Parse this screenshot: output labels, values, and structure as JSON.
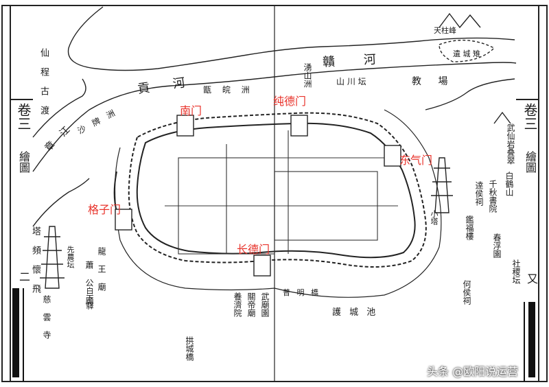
{
  "page": {
    "volume_left": "卷三",
    "volume_right": "卷三",
    "section_left": "繪圖",
    "section_right": "繪圖",
    "page_left": "二",
    "page_right": "又"
  },
  "red_labels": {
    "north_left": "南门",
    "north_center": "纯德门",
    "east": "东气门",
    "west": "格子门",
    "south": "长德门"
  },
  "rivers": {
    "gan_upper": "贛 河",
    "gan_lower": "貢 河",
    "zhangjiang": "章 江"
  },
  "black_labels": {
    "tianzhu_peak": "天柱峰",
    "yijiao_city": "遺 城 雉",
    "yongshan_zhou": "湧山洲",
    "shan_chuan_tan": "山 川 坛",
    "jiaochang": "教 場",
    "zhangui_zhou": "甑 皖 洲",
    "chupai_zhou": "沙 牌 洲",
    "xianzu_ferry": "仙 程 古 渡",
    "tower_left": "塔 頻 懷 飛",
    "xiannong_tan": "先農坛",
    "longwang_miao": "龍 王 廟",
    "xiaoyan_ju": "蕭 公 廟",
    "baixia_ci": "白下驛",
    "zhizheng_si": "慈 雲 寺",
    "wuxian_yan": "武仙岩叠翠",
    "baihe_shan": "白鶴山",
    "qianqiu_shuyuan": "千秋書院",
    "daohou_ci": "逹侯祠",
    "jianfu_lou": "鑑福樓",
    "xiaota": "小塔",
    "chunfu_yuan": "春浮園",
    "sheji_tan": "社稷坛",
    "hehou_ci": "何侯祠",
    "hucheng_chi": "護 城 池",
    "puji_qiao": "普 明 橋",
    "yangji_yuan": "養濟院",
    "guandi_miao": "關帝廟",
    "wumiao_yuan": "武廟園",
    "gongcheng_qiao": "拱城橋",
    "watermark": "头条 @欧阳说运营"
  },
  "colors": {
    "ink": "#1a1a1a",
    "red_label": "#e8332b",
    "paper": "#ffffff"
  }
}
